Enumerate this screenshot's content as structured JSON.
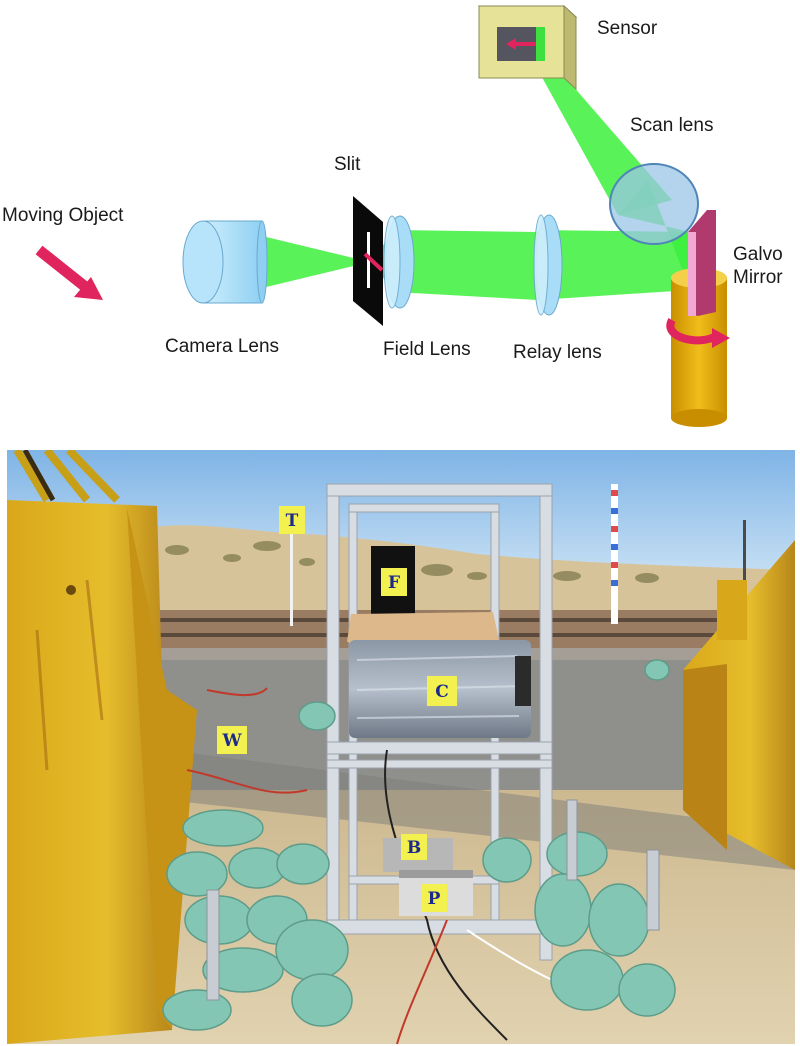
{
  "diagram": {
    "labels": {
      "sensor": "Sensor",
      "scan_lens": "Scan lens",
      "slit": "Slit",
      "moving_object": "Moving Object",
      "galvo_line1": "Galvo",
      "galvo_line2": "Mirror",
      "camera_lens": "Camera Lens",
      "field_lens": "Field Lens",
      "relay_lens": "Relay lens"
    },
    "colors": {
      "beam": "#3cf03c",
      "lens": "#a9ddf7",
      "arrow": "#e0245e",
      "mirror": "#b03a6e",
      "motor": "#e8b400",
      "sensor_box": "#e6e398"
    }
  },
  "photo": {
    "tags": {
      "t": "T",
      "f": "F",
      "c": "C",
      "w": "W",
      "b": "B",
      "p": "P"
    },
    "colors": {
      "sky": "#9ec8ee",
      "sand": "#d9c7a2",
      "container": "#e3b71f",
      "frame": "#d8dde3",
      "sandbag": "#82c6b3",
      "tag_bg": "#f3f150"
    }
  }
}
